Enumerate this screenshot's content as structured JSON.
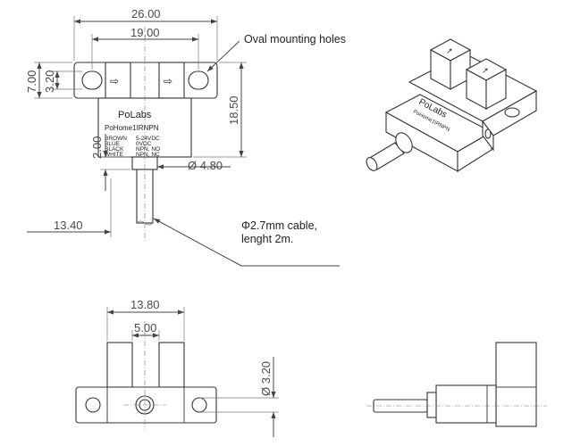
{
  "annotations": {
    "mounting_holes": "Oval mounting holes",
    "cable_line1": "Φ2.7mm cable,",
    "cable_line2": "lenght 2m."
  },
  "dimensions": {
    "overall_width": "26.00",
    "hole_spacing": "19.00",
    "flange_height": "7.00",
    "hole_width": "3.20",
    "body_height": "18.50",
    "boss_height": "2.00",
    "boss_diameter": "Ø 4.80",
    "cable_offset": "13.40",
    "bottom_width": "13.80",
    "slot_width": "5.00",
    "hole_diameter": "Ø 3.20"
  },
  "label": {
    "brand": "PoLabs",
    "model": "PoHome1IRNPN",
    "wires": [
      {
        "color": "BROWN",
        "signal": "5-24VDC"
      },
      {
        "color": "BLUE",
        "signal": "0VDC"
      },
      {
        "color": "BLACK",
        "signal": "NPN, NO"
      },
      {
        "color": "WHITE",
        "signal": "NPN, NC"
      }
    ]
  },
  "iso_label": {
    "brand": "PoLabs",
    "model": "PoHome1IRNPN"
  }
}
